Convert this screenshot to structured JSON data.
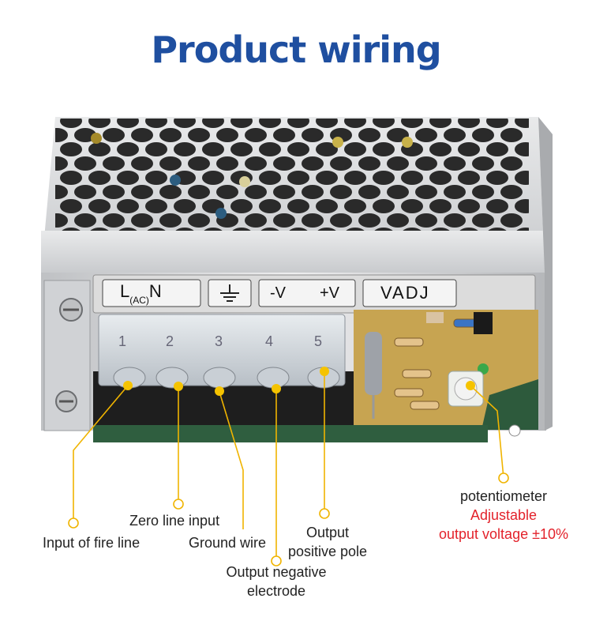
{
  "title": "Product wiring",
  "panel": {
    "l_ac_n": {
      "l": "L",
      "ac": "(AC)",
      "n": "N"
    },
    "minus_v": "-V",
    "plus_v": "+V",
    "vadj": "VADJ",
    "terminal_numbers": [
      "1",
      "2",
      "3",
      "4",
      "5"
    ]
  },
  "callouts": {
    "fire_line": "Input of fire line",
    "zero_line": "Zero line input",
    "ground": "Ground wire",
    "negative_line1": "Output  negative",
    "negative_line2": "electrode",
    "positive_line1": "Output",
    "positive_line2": "positive pole",
    "pot_title": "potentiometer",
    "pot_line1": "Adjustable",
    "pot_line2": "output voltage ±10%"
  },
  "colors": {
    "title": "#1f4fa0",
    "callout_line": "#f0b400",
    "accent_text": "#e3222b"
  }
}
